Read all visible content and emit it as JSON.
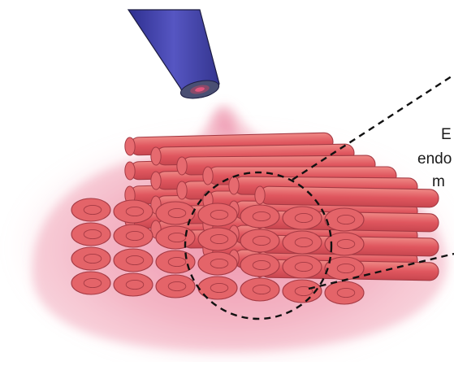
{
  "figure": {
    "label_lines": [
      "E",
      "endo",
      "m"
    ],
    "colors": {
      "cloud": "#e2557e",
      "strand_fill": "#e0575f",
      "strand_edge": "#a53a44",
      "nozzle": "#3d3ea8",
      "nozzle_tip": "#4a4f73",
      "callout": "#111111"
    }
  }
}
